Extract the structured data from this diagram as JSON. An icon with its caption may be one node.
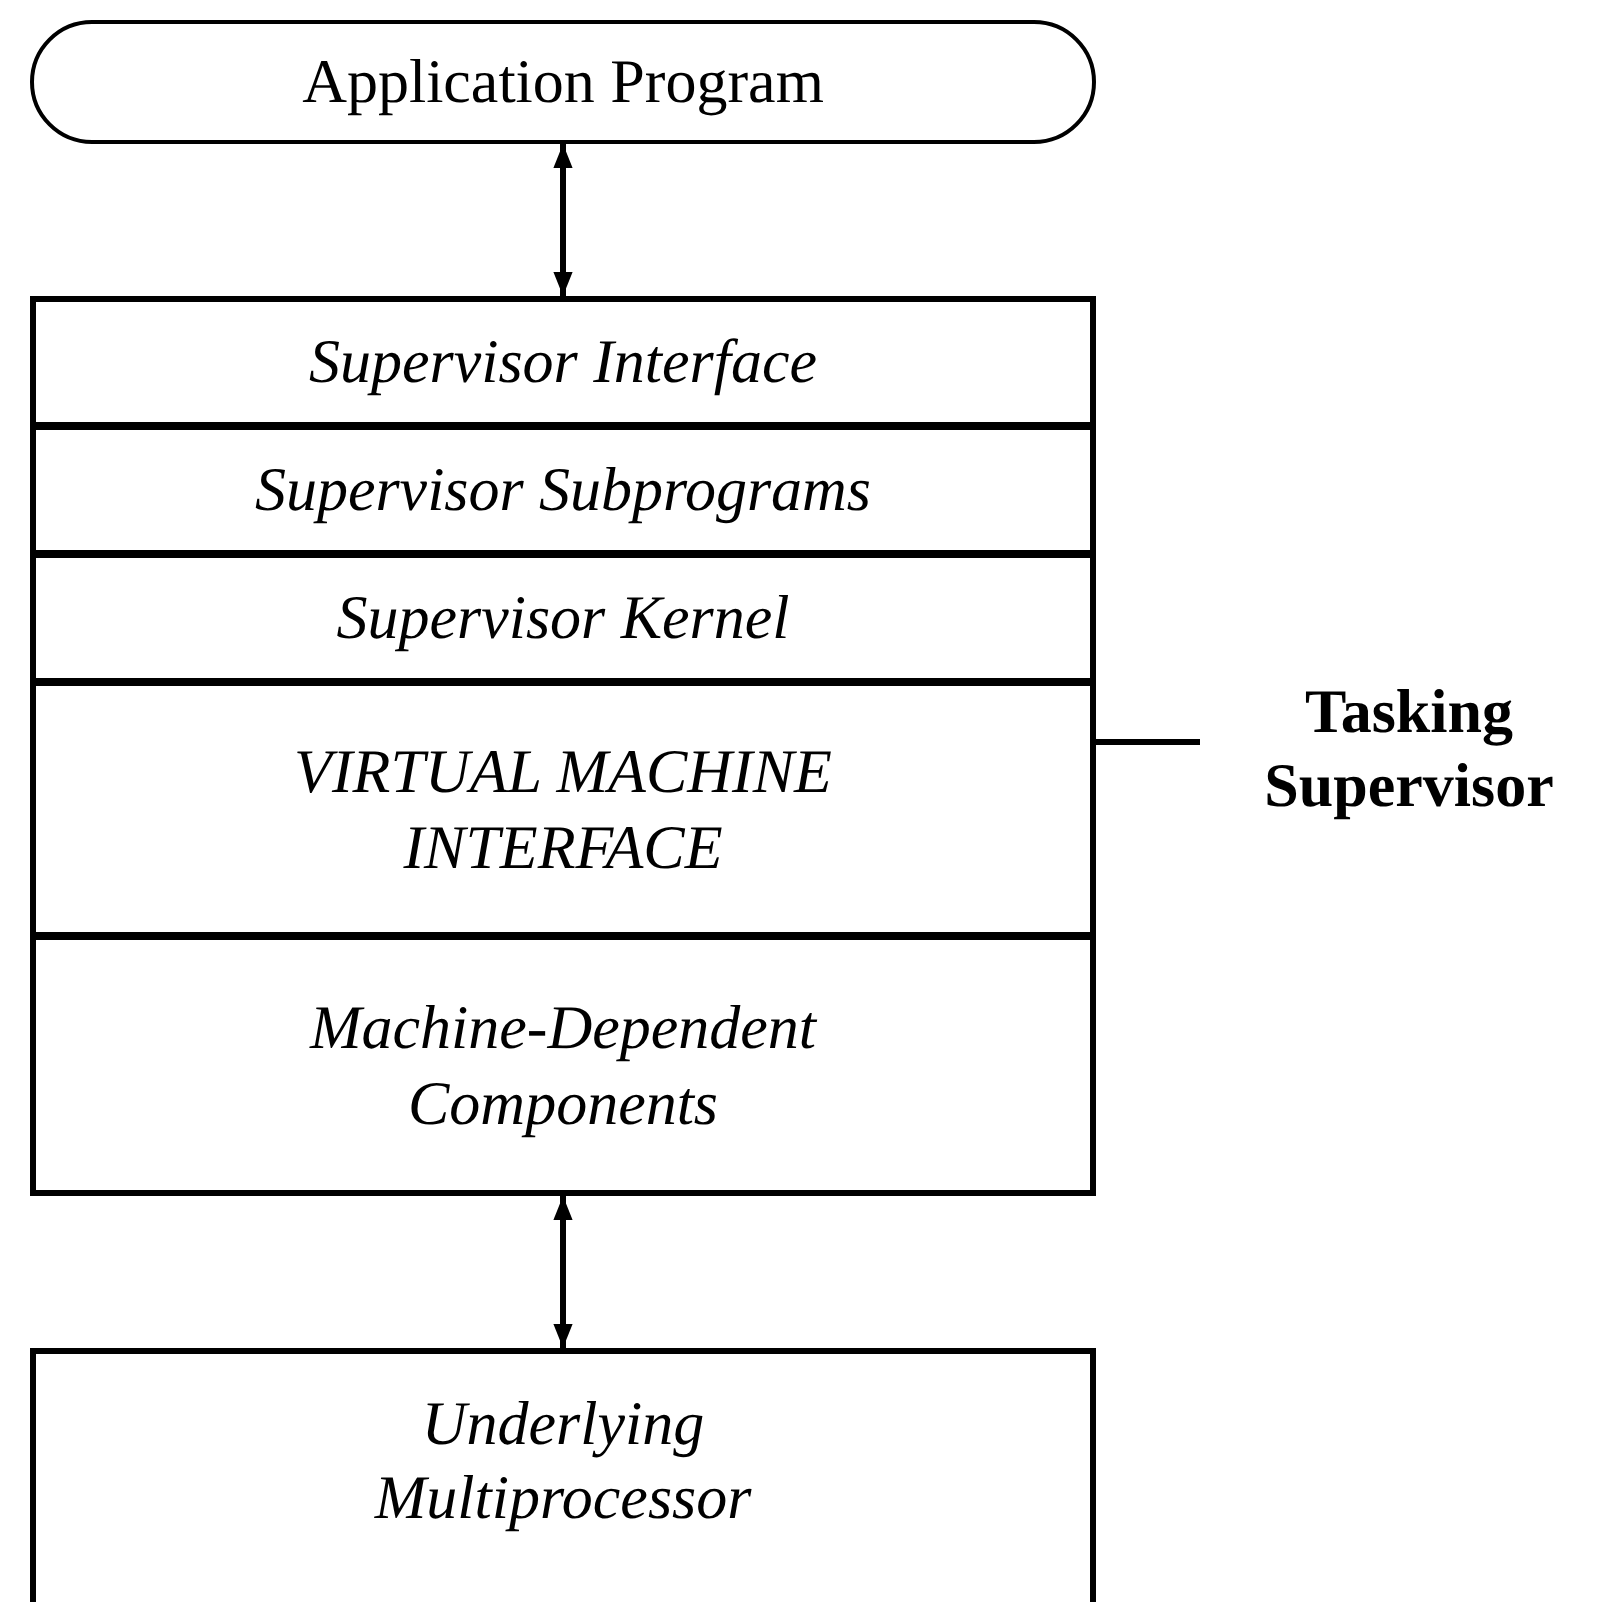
{
  "diagram": {
    "nodes": [
      {
        "text": [
          "Application Program"
        ]
      },
      {
        "text": [
          "Tasking Supervisor"
        ]
      },
      {
        "text": [],
        "shape": "box"
      },
      {
        "text": [
          "Supervisor Interface"
        ],
        "in": 2
      },
      {
        "text": [
          "Supervisor Subprograms"
        ],
        "in": 2
      },
      {
        "text": [
          "Supervisor Kernel"
        ],
        "in": 2
      },
      {
        "text": [
          "VIRTUAL MACHINE INTERFACE"
        ],
        "in": 2
      },
      {
        "text": [
          "Machine-Dependent Components"
        ],
        "in": 2
      },
      {
        "text": [
          "Underlying Multiprocessor"
        ]
      }
    ],
    "edges": [
      {
        "from": 0,
        "to": 2,
        "arrow": "both"
      },
      {
        "from": 1,
        "to": 2,
        "arrow": "none"
      },
      {
        "from": 2,
        "to": 8,
        "arrow": "both"
      }
    ]
  }
}
